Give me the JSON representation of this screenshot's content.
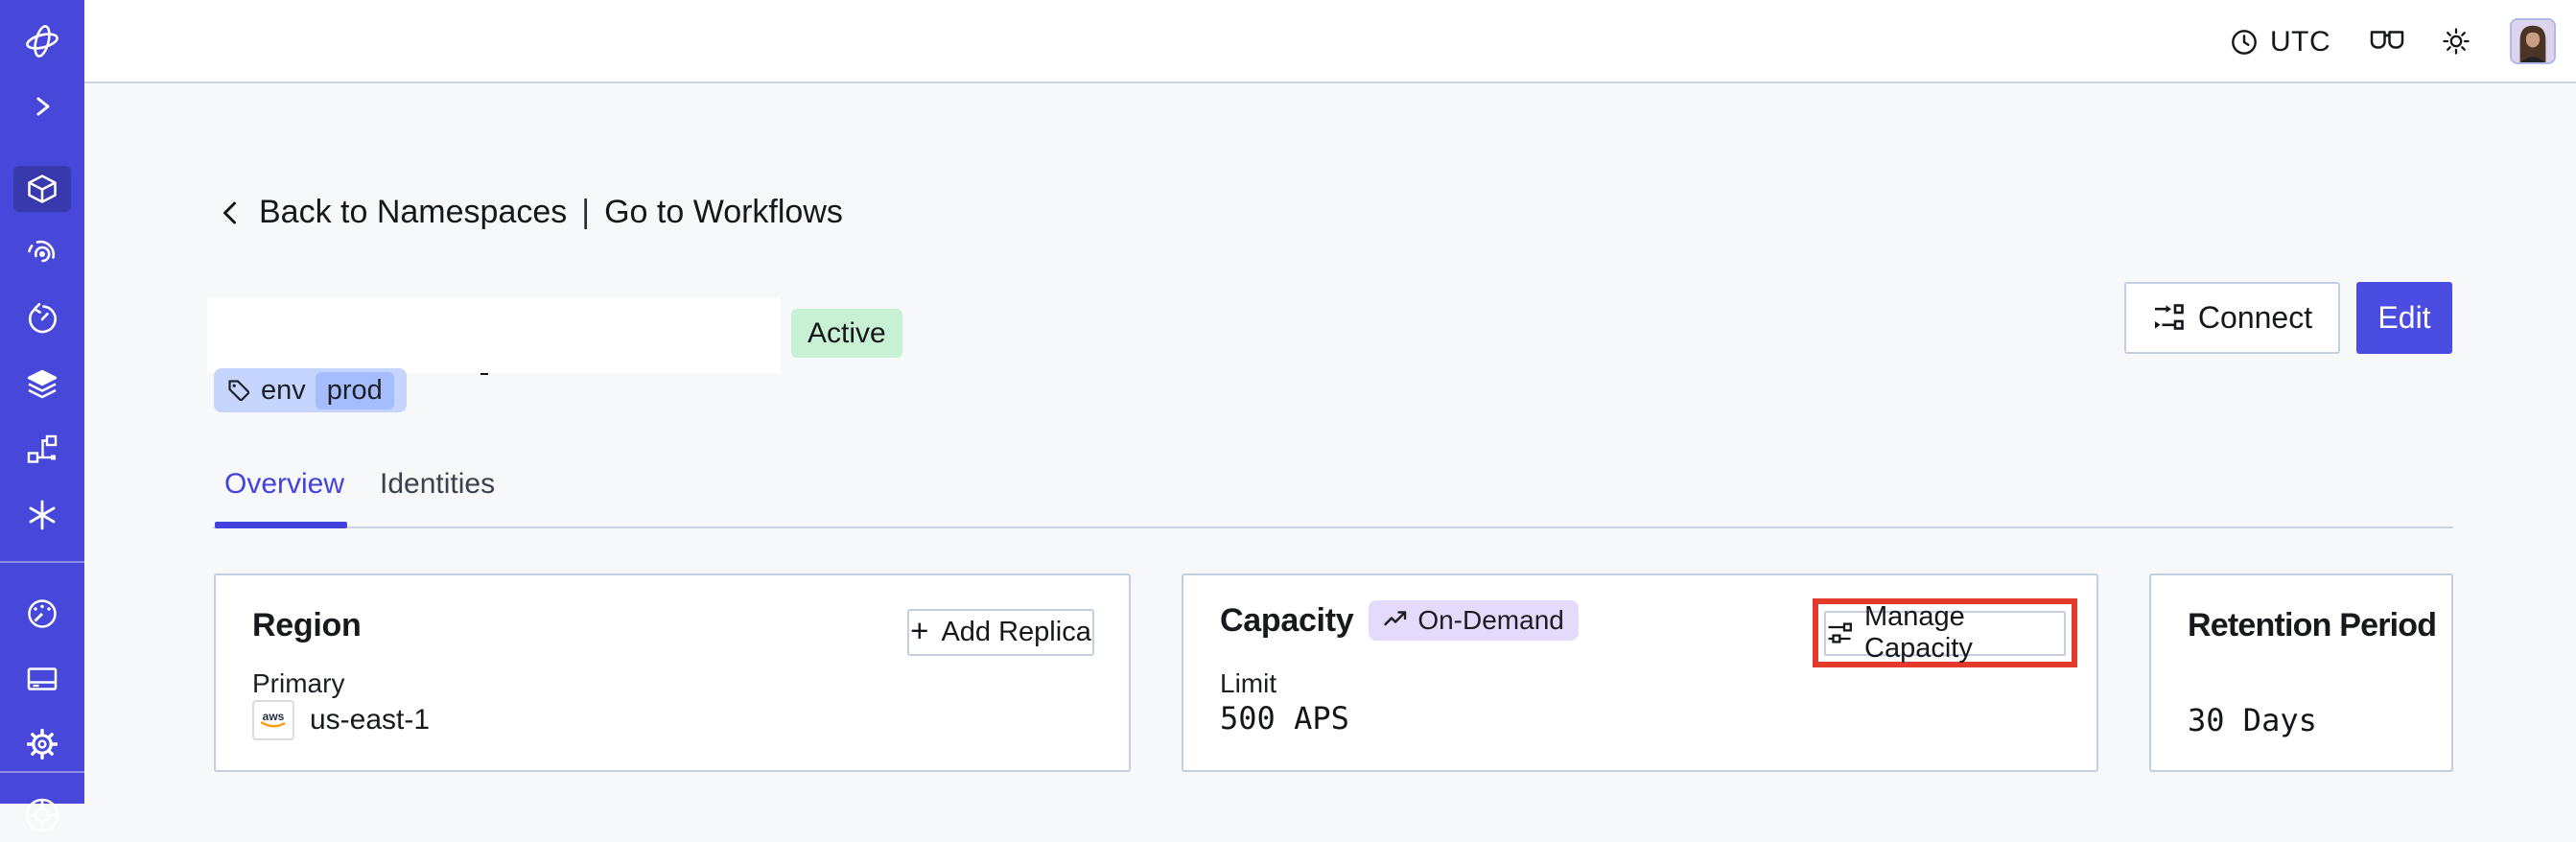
{
  "topbar": {
    "timezone": "UTC",
    "icons": [
      "clock-icon",
      "glasses-icon",
      "sun-icon",
      "avatar"
    ]
  },
  "breadcrumb": {
    "back_label": "Back to Namespaces",
    "separator": "|",
    "forward_label": "Go to Workflows"
  },
  "namespace": {
    "status_badge": "Active",
    "tag": {
      "key": "env",
      "value": "prod"
    },
    "actions": {
      "connect_label": "Connect",
      "edit_label": "Edit"
    }
  },
  "tabs": {
    "overview": "Overview",
    "identities": "Identities",
    "active": "Overview"
  },
  "cards": {
    "region": {
      "title": "Region",
      "plus": "+",
      "add_replica_label": "Add Replica",
      "field_label": "Primary",
      "provider": "aws",
      "region_value": "us-east-1"
    },
    "capacity": {
      "title": "Capacity",
      "badge": "On-Demand",
      "manage_label": "Manage Capacity",
      "field_label": "Limit",
      "limit_value": "500 APS"
    },
    "retention": {
      "title": "Retention Period",
      "value": "30 Days"
    }
  },
  "sidebar": {
    "active_item": "namespaces",
    "items": [
      "temporal-logo",
      "expand-chevron",
      "namespaces",
      "workflows",
      "schedules",
      "deployments",
      "batch-operations",
      "nexus",
      "usage",
      "billing",
      "settings",
      "support"
    ]
  },
  "colors": {
    "sidebar": "#4747DA",
    "sidebar_active": "#3939AE",
    "accent": "#4442DC",
    "edit_button": "#4B4DE2",
    "status_active_bg": "#C8F0D4",
    "tag_bg": "#C5D5FE",
    "tag_inner_bg": "#A5BDFC",
    "on_demand_bg": "#E4DAFB",
    "annotation_red": "#E5392B",
    "card_border": "#C3CEDE",
    "page_bg": "#F7F8FA",
    "aws_orange": "#FF9900"
  }
}
